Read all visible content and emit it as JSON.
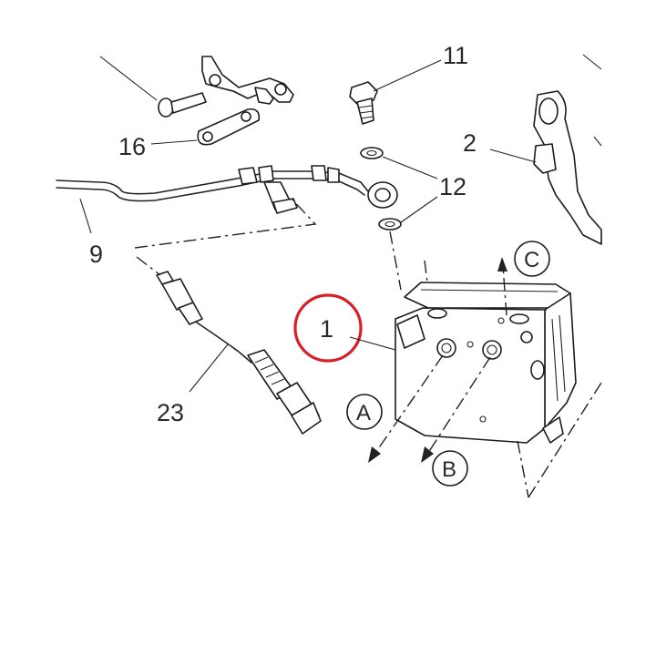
{
  "labels": {
    "part_1": "1",
    "part_2": "2",
    "part_9": "9",
    "part_11": "11",
    "part_12": "12",
    "part_16": "16",
    "part_23": "23",
    "port_a": "A",
    "port_b": "B",
    "port_c": "C"
  },
  "highlight": {
    "color": "#d6212b"
  },
  "colors": {
    "line": "#222222",
    "background": "#ffffff"
  }
}
